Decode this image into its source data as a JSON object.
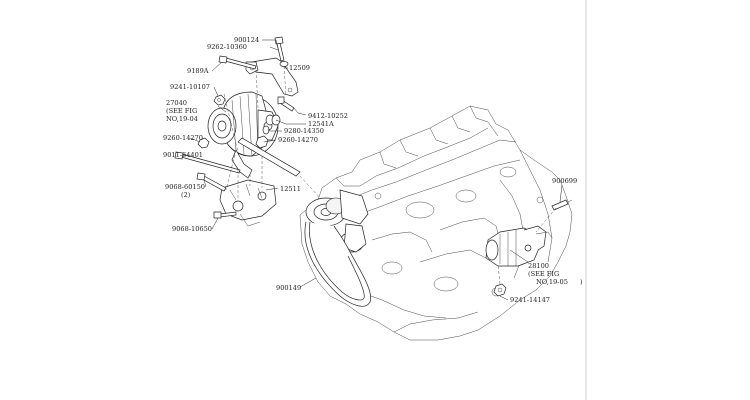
{
  "diagram": {
    "labels": {
      "p900124": "900124",
      "p9262_10360": "9262-10360",
      "p12509": "12509",
      "p9189A": "9189A",
      "p9241_10107": "9241-10107",
      "p27040_a": "27040",
      "p27040_b": "(SEE FIG",
      "p27040_c": "NO,19-04",
      "p9412_10252": "9412-10252",
      "p12541A": "12541A",
      "p9280_14350": "9280-14350",
      "p9260_14270_left": "9260-14270",
      "p9260_14270_right": "9260-14270",
      "p9011_64401": "9011-64401",
      "p12511": "12511",
      "p9068_60150": "9068-60150",
      "p9068_60150_qty": "(2)",
      "p9068_10650": "9068-10650",
      "p900149": "900149",
      "p900699": "900699",
      "p28100_a": "28100",
      "p28100_b": "(SEE FIG",
      "p28100_c": "NO,19-05",
      "p28100_paren": ")",
      "p9241_14147": "9241-14147"
    }
  }
}
